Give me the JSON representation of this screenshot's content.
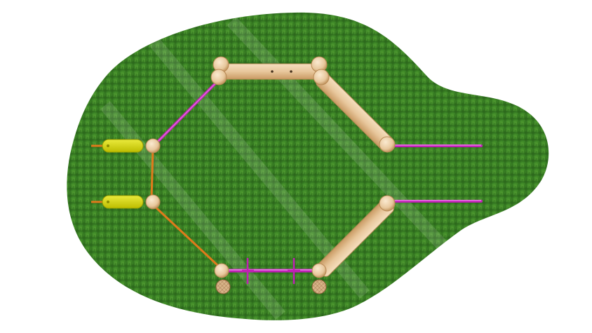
{
  "scene": {
    "subject": "playground-balance-trail-top-view",
    "colors": {
      "background": "#ffffff",
      "grass_dark": "#2f6b1e",
      "grass_mid": "#3f8a27",
      "grass_light": "#5aa335",
      "wood": "#e7c79c",
      "wood_edge": "#c99a63",
      "wood_end": "#f3dcb6",
      "magenta": "#c21fb6",
      "magenta_light": "#e36fe0",
      "orange": "#e07a1b",
      "yellow": "#d9d800",
      "yellow_dark": "#aeb000",
      "mesh": "#c7a07a"
    },
    "items": [
      "green-grass-surface",
      "log-beam-top",
      "log-beam-right-upper",
      "log-beam-right-lower",
      "log-posts",
      "magenta-rope-bridge-links",
      "magenta-rod-crossings",
      "orange-chain-links",
      "yellow-hand-grips",
      "mesh-caps"
    ]
  }
}
